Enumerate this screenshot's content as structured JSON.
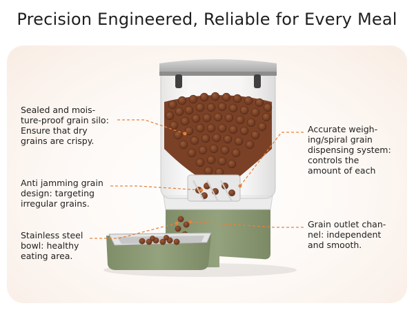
{
  "headline": "Precision Engineered, Reliable for Every Meal",
  "callouts": [
    {
      "id": "silo",
      "lines": [
        "Sealed and mois-",
        "ture-proof grain silo:",
        "Ensure that dry",
        "grains are crispy."
      ]
    },
    {
      "id": "anti-jam",
      "lines": [
        "Anti jamming grain",
        "design: targeting",
        "irregular grains."
      ]
    },
    {
      "id": "bowl",
      "lines": [
        "Stainless steel",
        "bowl: healthy",
        "eating area."
      ]
    },
    {
      "id": "dispensing",
      "lines": [
        "Accurate weigh-",
        "ing/spiral grain",
        "dispensing system:",
        "controls the",
        "amount of each"
      ]
    },
    {
      "id": "outlet",
      "lines": [
        "Grain outlet chan-",
        "nel: independent",
        "and smooth."
      ]
    }
  ],
  "colors": {
    "leader_line": "#e8813a",
    "base_green": "#8c9a75",
    "panel_bg": "#f8ede4",
    "lid_gray": "#b9b9b9",
    "kibble_brown": "#6e3a22"
  }
}
